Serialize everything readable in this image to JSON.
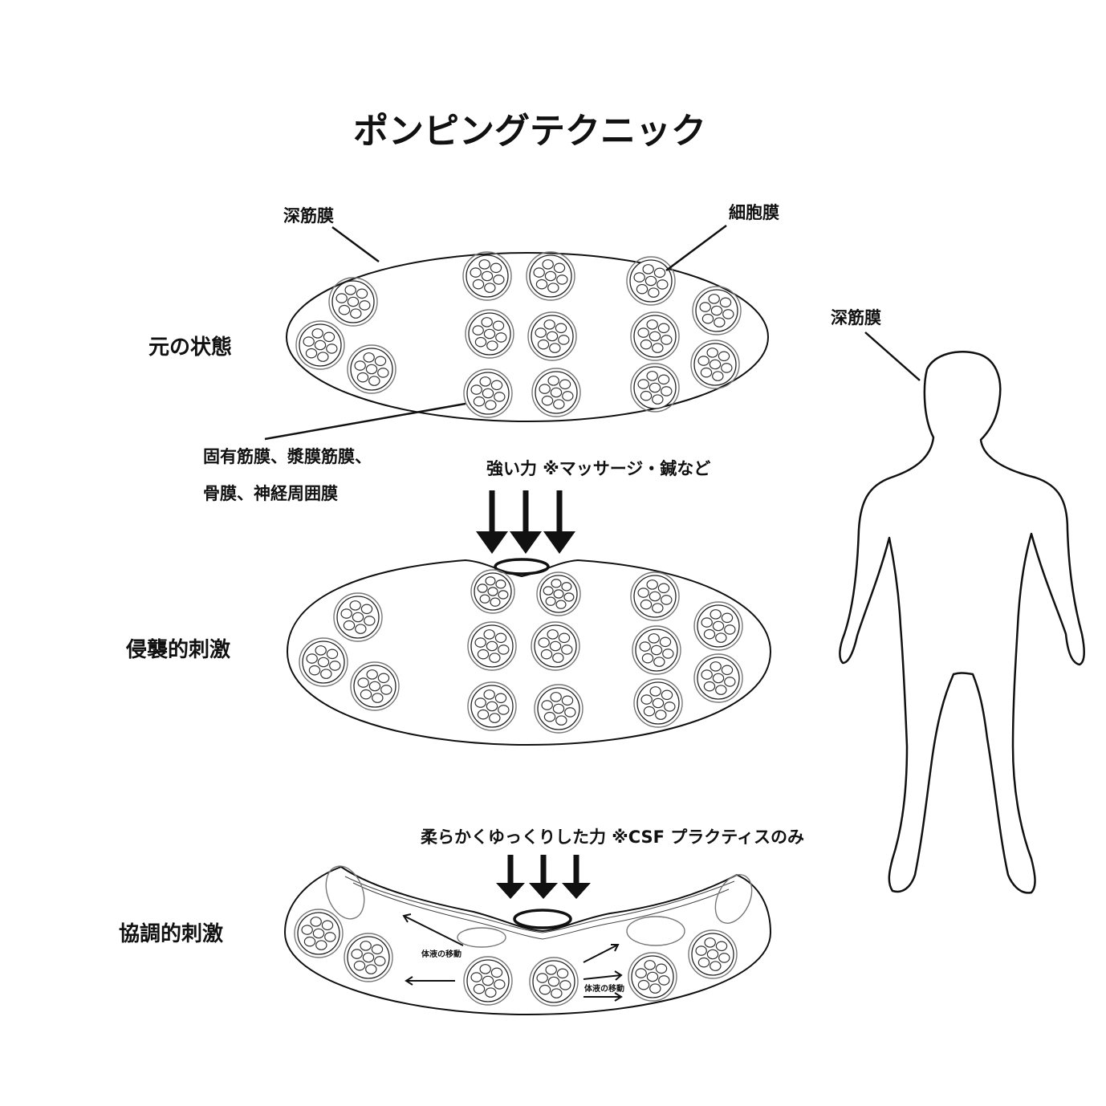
{
  "title": "ポンピングテクニック",
  "labels": {
    "deep_fascia_top": "深筋膜",
    "cell_membrane": "細胞膜",
    "deep_fascia_body": "深筋膜",
    "state_original": "元の状態",
    "fascia_list_line1": "固有筋膜、漿膜筋膜、",
    "fascia_list_line2": "骨膜、神経周囲膜",
    "strong_force": "強い力 ※マッサージ・鍼など",
    "invasive_stimulus": "侵襲的刺激",
    "gentle_force": "柔らかくゆっくりした力 ※CSF プラクティスのみ",
    "coordinated_stimulus": "協調的刺激",
    "fluid_movement_left": "体液の移動",
    "fluid_movement_right": "体液の移動"
  }
}
